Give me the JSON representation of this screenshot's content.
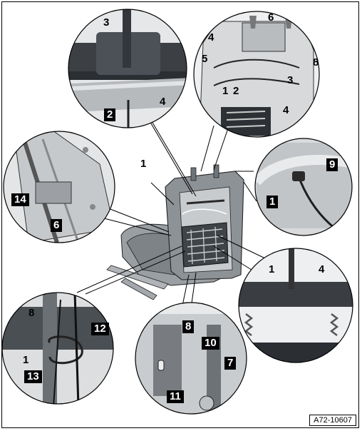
{
  "figure_id": "A72-10607",
  "callouts": {
    "top_center": [
      "3",
      "2",
      "4"
    ],
    "top_right": [
      "6",
      "4",
      "5",
      "8",
      "3",
      "1",
      "2",
      "4"
    ],
    "left": [
      "14",
      "6"
    ],
    "center": [
      "1"
    ],
    "right": [
      "9",
      "1"
    ],
    "bottom_right": [
      "1",
      "4"
    ],
    "bottom_left": [
      "8",
      "1",
      "12",
      "13"
    ],
    "bottom_center": [
      "8",
      "10",
      "7",
      "11"
    ]
  }
}
